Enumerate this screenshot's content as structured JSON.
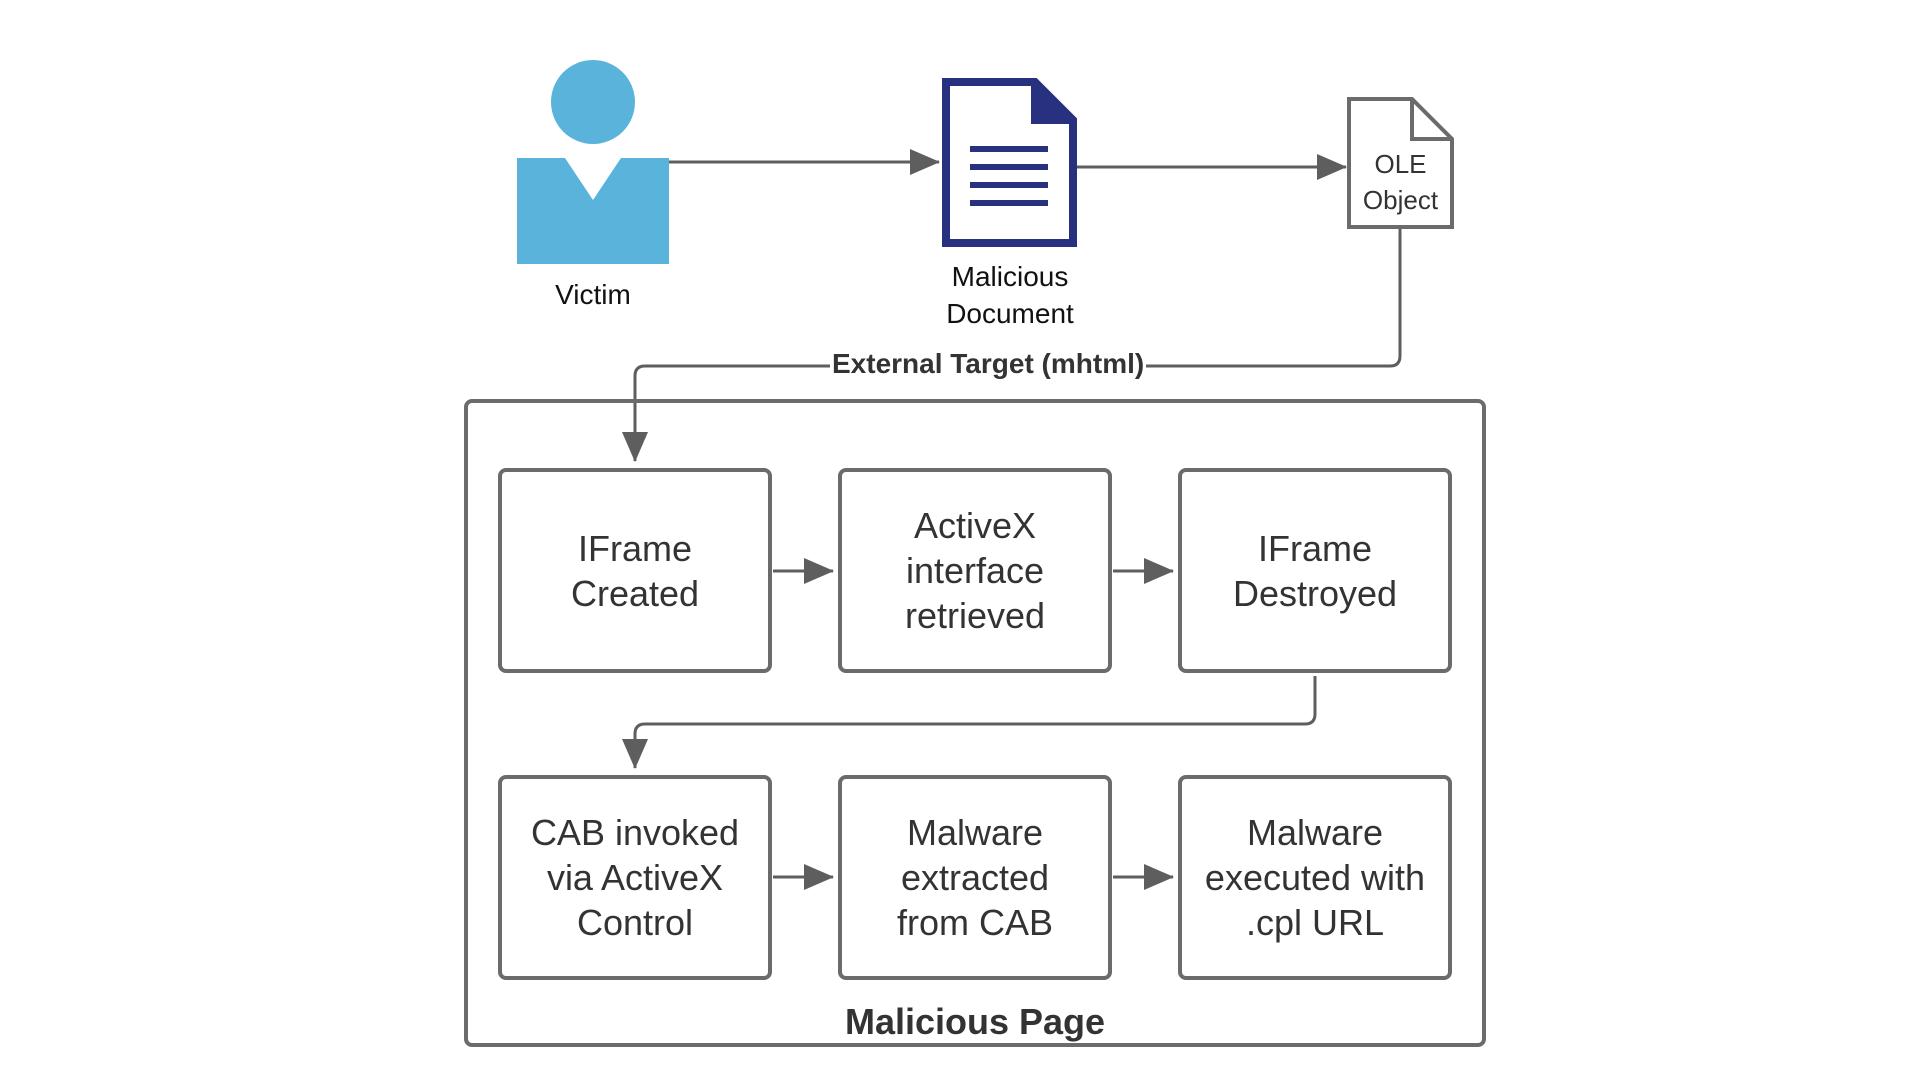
{
  "nodes": {
    "victim": {
      "label": "Victim",
      "color": "#59b3da"
    },
    "document": {
      "label": "Malicious\nDocument",
      "color": "#273180"
    },
    "ole": {
      "line1": "OLE",
      "line2": "Object"
    }
  },
  "edges": {
    "external_target": "External Target (mhtml)"
  },
  "container": {
    "label": "Malicious Page"
  },
  "steps": [
    {
      "text": "IFrame\nCreated"
    },
    {
      "text": "ActiveX\ninterface\nretrieved"
    },
    {
      "text": "IFrame\nDestroyed"
    },
    {
      "text": "CAB invoked\nvia ActiveX\nControl"
    },
    {
      "text": "Malware\nextracted\nfrom CAB"
    },
    {
      "text": "Malware\nexecuted with\n.cpl URL"
    }
  ],
  "colors": {
    "line": "#5e5e5e",
    "box_border": "#6b6b6b",
    "victim": "#59b3da",
    "document": "#273180"
  }
}
